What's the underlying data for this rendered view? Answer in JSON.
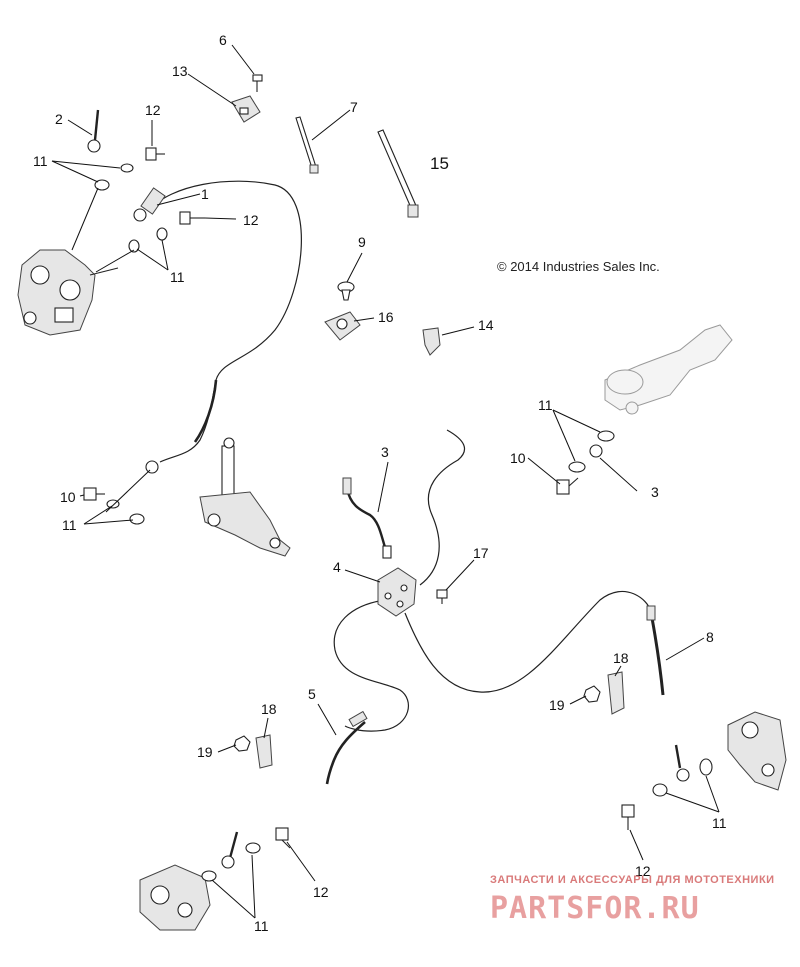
{
  "copyright": "© 2014 Industries Sales Inc.",
  "callouts": {
    "c1": "1",
    "c2": "2",
    "c3a": "3",
    "c3b": "3",
    "c4": "4",
    "c5": "5",
    "c6": "6",
    "c7": "7",
    "c8": "8",
    "c9": "9",
    "c10a": "10",
    "c10b": "10",
    "c11a": "11",
    "c11b": "11",
    "c11c": "11",
    "c11d": "11",
    "c11e": "11",
    "c11f": "11",
    "c12a": "12",
    "c12b": "12",
    "c12c": "12",
    "c12d": "12",
    "c13": "13",
    "c14": "14",
    "c15": "15",
    "c16": "16",
    "c17": "17",
    "c18a": "18",
    "c18b": "18",
    "c19a": "19",
    "c19b": "19"
  },
  "watermark": {
    "tagline": "ЗАПЧАСТИ И АКСЕССУАРЫ ДЛЯ МОТОТЕХНИКИ",
    "logo": "PARTSFOR.RU",
    "color": "#e8a0a0"
  }
}
